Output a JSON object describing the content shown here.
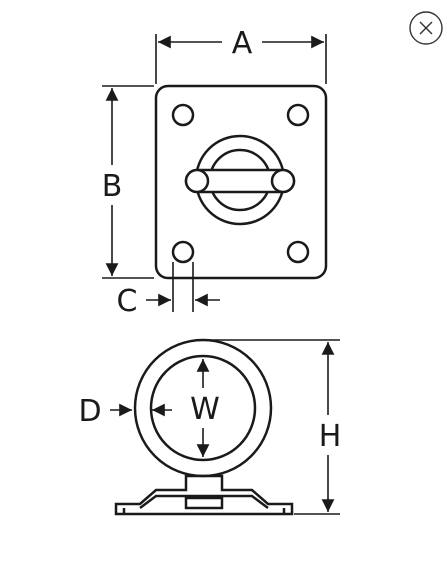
{
  "close_icon": "close-circle-icon",
  "labels": {
    "a": "A",
    "b": "B",
    "c": "C",
    "d": "D",
    "w": "W",
    "h": "H"
  },
  "colors": {
    "stroke": "#1a1a1a",
    "background": "#ffffff",
    "close_stroke": "#333333"
  }
}
